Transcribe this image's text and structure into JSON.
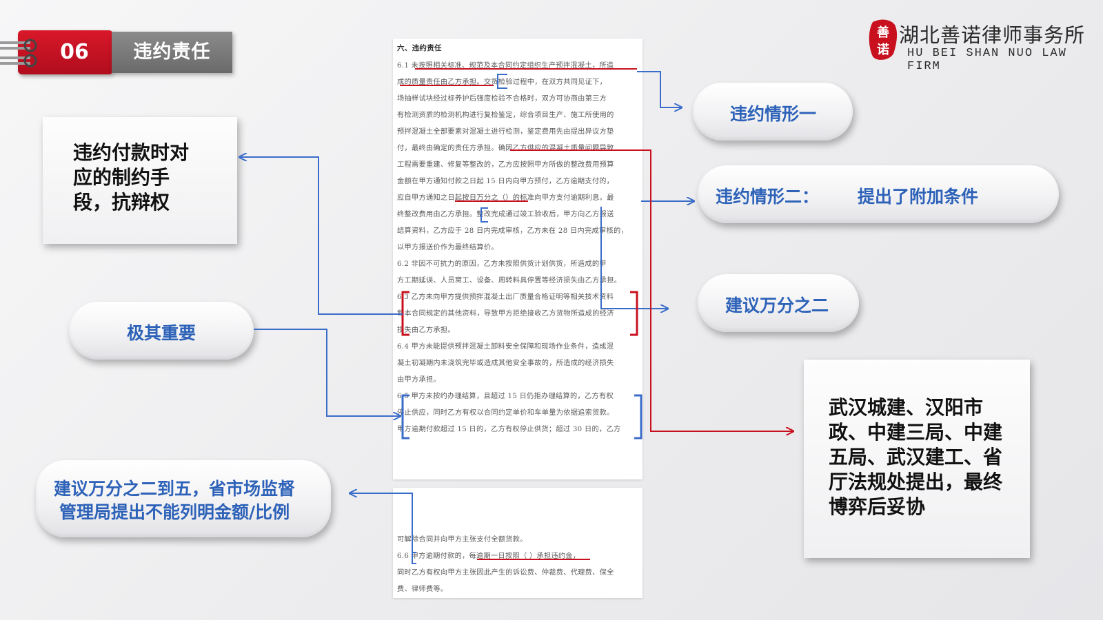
{
  "header": {
    "number": "06",
    "title": "违约责任"
  },
  "logo": {
    "seal_text": "善诺",
    "name_cn": "湖北善诺律师事务所",
    "name_en": "HU BEI SHAN NUO LAW FIRM"
  },
  "document": {
    "heading": "六、违约责任",
    "lines": [
      "6.1 未按照相关标准、规范及本合同约定组织生产预拌混凝土，所造",
      "成的质量责任由乙方承担。交货检验过程中，在双方共同见证下，",
      "场抽样试块经过标养护后强度检验不合格时，双方可协商由第三方",
      "有检测资质的检测机构进行复检鉴定，综合项目生产、施工所使用的",
      "预拌混凝土全部要素对混凝土进行检测，鉴定费用先由提出异议方垫",
      "付，最终由确定的责任方承担。确因乙方供应的混凝土质量问题导致",
      "工程需要重建、修复等整改的，乙方应按照甲方所做的整改费用预算",
      "金额在甲方通知付款之日起 15 日内向甲方预付，乙方逾期支付的，",
      "应自甲方通知之日起按日万分之（）的标准向甲方支付逾期利息。最",
      "终整改费用由乙方承担。整改完成通过竣工验收后，甲方向乙方报送",
      "结算资料，乙方应于 28 日内完成审核，乙方未在 28 日内完成审核的，",
      "以甲方报送价作为最终结算价。",
      "6.2 非因不可抗力的原因，乙方未按照供货计划供货，所造成的甲",
      "方工期延误、人员窝工、设备、周转料具停置等经济损失由乙方承担。",
      "6.3 乙方未向甲方提供预拌混凝土出厂质量合格证明等相关技术资料",
      "和本合同规定的其他资料，导致甲方拒绝接收乙方货物所造成的经济",
      "损失由乙方承担。",
      "6.4 甲方未能提供预拌混凝土卸料安全保障和现场作业条件，造成混",
      "凝土初凝期内未浇筑完毕或造成其他安全事故的，所造成的经济损失",
      "由甲方承担。",
      "6.5 甲方未按约办理结算，且超过 15 日仍拒办理结算的，乙方有权",
      "停止供应，同时乙方有权以合同约定单价和车单量为依据追索货款。",
      "甲方逾期付款超过 15 日的，乙方有权停止供货；超过 30 日的，乙方"
    ],
    "lines_page2": [
      "可解除合同并向甲方主张支付全额货款。",
      "6.6 甲方逾期付款的，每逾期一日按照（          ）承担违约金，",
      "同时乙方有权向甲方主张因此产生的诉讼费、仲裁费、代理费、保全",
      "费、律师费等。"
    ]
  },
  "callouts": {
    "breach_1": "违约情形一",
    "breach_2_label": "违约情形二：",
    "breach_2_value": "提出了附加条件",
    "suggest_2": "建议万分之二",
    "very_important": "极其重要",
    "suggest_2_5": [
      "建议万分之二到五，省市场监督",
      "管理局提出不能列明金额/比例"
    ]
  },
  "notes": {
    "payment": [
      "违约付款时对",
      "应的制约手",
      "段，抗辩权"
    ],
    "compromise": [
      "武汉城建、汉阳市",
      "政、中建三局、中建",
      "五局、武汉建工、省",
      "厅法规处提出，最终",
      "博弈后妥协"
    ]
  },
  "colors": {
    "accent_red": "#c8101e",
    "callout_blue": "#2d62b8",
    "line_blue": "#3a6cc9"
  }
}
